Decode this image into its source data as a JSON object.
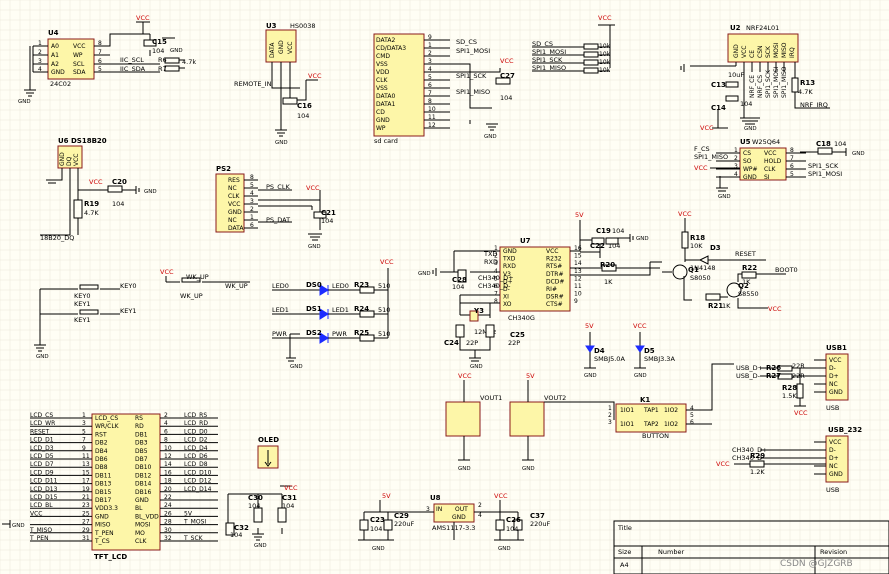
{
  "vcc": "VCC",
  "gnd": "GND",
  "eeprom": {
    "ref": "U4",
    "part": "24C02",
    "pins_left": [
      "A0",
      "A1",
      "A2",
      "GND"
    ],
    "pins_right": [
      "VCC",
      "WP",
      "SCL",
      "SDA"
    ],
    "nums_left": [
      "1",
      "2",
      "3",
      "4"
    ],
    "nums_right": [
      "8",
      "7",
      "6",
      "5"
    ],
    "cap": "C15",
    "cap_val": "104",
    "nets": [
      "IIC_SCL",
      "IIC_SDA"
    ],
    "res": [
      "R6",
      "R7"
    ],
    "res_val": "4.7k"
  },
  "ir": {
    "ref": "U3",
    "part": "HS0038",
    "pins": [
      "DATA",
      "GND",
      "VCC"
    ],
    "net": "REMOTE_IN",
    "cap": "C16",
    "cap_val": "104"
  },
  "sd": {
    "pins": [
      "DATA2",
      "CD/DATA3",
      "CMD",
      "VSS",
      "VDD",
      "CLK",
      "VSS",
      "DATA0",
      "DATA1",
      "CD",
      "GND",
      "WP"
    ],
    "nums": [
      "9",
      "1",
      "2",
      "3",
      "4",
      "5",
      "6",
      "7",
      "8",
      "10",
      "11",
      "12"
    ],
    "nets": [
      "SD_CS",
      "SPI1_MOSI",
      "SPI1_SCK",
      "SPI1_MISO"
    ],
    "label": "sd card",
    "cap": "C27",
    "cap_val": "104"
  },
  "pullups": {
    "nets": [
      "SD_CS",
      "SPI1_MOSI",
      "SPI1_SCK",
      "SPI1_MISO"
    ],
    "vals": [
      "10k",
      "10k",
      "10k",
      "10k"
    ]
  },
  "nrf": {
    "ref": "U2",
    "part": "NRF24L01",
    "pins": [
      "GND",
      "VCC",
      "CE",
      "CSN",
      "SCK",
      "MOSI",
      "MISO",
      "IRQ"
    ],
    "nets": [
      "NRF_CE",
      "NRF_CS",
      "SPI1_SCK",
      "SPI1_MOSI",
      "SPI1_MISO"
    ],
    "irq": "NRF_IRQ",
    "c13": "C13",
    "c13v": "10uF",
    "c14": "C14",
    "c14v": "104",
    "r13": "R13",
    "r13v": "4.7K"
  },
  "ds18": {
    "ref": "U6 DS18B20",
    "pins": [
      "GND",
      "DQ",
      "VCC"
    ],
    "cap": "C20",
    "cap_val": "104",
    "res": "R19",
    "res_val": "4.7K",
    "net": "18B20_DQ"
  },
  "ps2": {
    "ref": "PS2",
    "pins": [
      "RES",
      "NC",
      "CLK",
      "VCC",
      "GND",
      "NC",
      "DATA"
    ],
    "nums": [
      "8",
      "5",
      "4",
      "3",
      "2",
      "1",
      "6"
    ],
    "nets": [
      "PS_CLK",
      "PS_DAT"
    ],
    "cap": "C21",
    "cap_val": "104"
  },
  "flash": {
    "ref": "U5",
    "part": "W25Q64",
    "pins_left": [
      "CS",
      "SO",
      "WP#",
      "GND"
    ],
    "pins_right": [
      "VCC",
      "HOLD",
      "CLK",
      "SI"
    ],
    "nums_left": [
      "1",
      "2",
      "3",
      "4"
    ],
    "nums_right": [
      "8",
      "7",
      "6",
      "5"
    ],
    "nets": [
      "F_CS",
      "SPI1_MISO",
      "SPI1_SCK",
      "SPI1_MOSI"
    ],
    "cap": "C18",
    "cap_val": "104"
  },
  "ch340": {
    "ref": "U7",
    "part": "CH340G",
    "pins_left": [
      "GND",
      "TXD",
      "RXD",
      "V3",
      "D+",
      "D-",
      "XI",
      "XO"
    ],
    "pins_right": [
      "VCC",
      "R232",
      "RTS#",
      "DTR#",
      "DCD#",
      "RI#",
      "DSR#",
      "CTS#"
    ],
    "nums_left": [
      "1",
      "2",
      "3",
      "4",
      "5",
      "6",
      "7",
      "8"
    ],
    "nums_right": [
      "16",
      "15",
      "14",
      "13",
      "12",
      "11",
      "10",
      "9"
    ],
    "nets": [
      "TXD",
      "RXD",
      "CH340_D+",
      "CH340_D-"
    ],
    "c_list": [
      "C28",
      "C19",
      "C22",
      "C24",
      "C25"
    ],
    "c_vals": [
      "104",
      "104",
      "104",
      "22P",
      "22P"
    ],
    "xtal": "Y3",
    "xtal_val": "12MHz",
    "r20": "R20",
    "r20v": "1K"
  },
  "auto": {
    "r18": "R18",
    "r18v": "10K",
    "d3": "D3",
    "d3v": "1N4148",
    "q1": "Q1",
    "q1v": "S8050",
    "q2": "Q2",
    "q2v": "S8550",
    "r21": "R21",
    "r21v": "1K",
    "r22": "R22",
    "r22v": "1K",
    "reset": "RESET",
    "boot": "BOOT0"
  },
  "keys": {
    "k0": "KEY0",
    "k1": "KEY1",
    "wk": "WK_UP",
    "net0": "KEY0",
    "net1": "KEY1",
    "netwk": "WK_UP"
  },
  "leds": {
    "nets": [
      "LED0",
      "LED1",
      "PWR"
    ],
    "refs": [
      "DS0",
      "DS1",
      "DS2"
    ],
    "labels": [
      "LED0",
      "LED1",
      "PWR"
    ],
    "res": [
      "R23",
      "R24",
      "R25"
    ],
    "vals": [
      "510",
      "510",
      "510"
    ]
  },
  "tvs": {
    "d4": "D4",
    "d4v": "SMBJ5.0A",
    "d5": "D5",
    "d5v": "SMBJ3.3A",
    "v5": "5V",
    "v5b": "5V"
  },
  "vout": {
    "v1": "VOUT1",
    "v2": "VOUT2",
    "vcc": "VCC",
    "v5": "5V"
  },
  "k1": {
    "ref": "K1",
    "pins": [
      "1IO1",
      "TAP1",
      "1IO2",
      "1IO1",
      "TAP2",
      "1IO2"
    ],
    "nums": [
      "1",
      "2",
      "3",
      "4",
      "5",
      "6"
    ],
    "label": "BUTTON"
  },
  "usb": {
    "ref1": "USB1",
    "ref2": "USB_232",
    "pins": [
      "VCC",
      "D-",
      "D+",
      "NC",
      "GND"
    ],
    "label": "USB",
    "nets1": [
      "USB_D+",
      "USB_D-"
    ],
    "nets2": [
      "CH340_D+",
      "CH340_D-"
    ],
    "r": [
      "R26",
      "R27",
      "R28",
      "R29"
    ],
    "rv": [
      "22R",
      "22R",
      "1.5K",
      "1.2K"
    ]
  },
  "oled": {
    "ref": "OLED"
  },
  "tft": {
    "ref": "TFT_LCD",
    "left": [
      "LCD_CS",
      "WR/CLK",
      "RST",
      "DB2",
      "DB4",
      "DB6",
      "DB8",
      "DB11",
      "DB13",
      "DB15",
      "DB17",
      "VDD3.3",
      "GND",
      "MISO",
      "T_PEN",
      "T_CS"
    ],
    "right": [
      "RS",
      "RD",
      "DB1",
      "DB3",
      "DB5",
      "DB7",
      "DB10",
      "DB12",
      "DB14",
      "DB16",
      "GND",
      "BL",
      "BL_VDD",
      "MOSI",
      "MO",
      "CLK"
    ],
    "nums_left": [
      "1",
      "3",
      "5",
      "7",
      "9",
      "11",
      "13",
      "15",
      "17",
      "19",
      "21",
      "23",
      "25",
      "27",
      "29",
      "31"
    ],
    "nums_right": [
      "2",
      "4",
      "6",
      "8",
      "10",
      "12",
      "14",
      "16",
      "18",
      "20",
      "22",
      "24",
      "26",
      "28",
      "30",
      "32"
    ],
    "nets_left": [
      "LCD_CS",
      "LCD_WR",
      "RESET",
      "LCD_D1",
      "LCD_D3",
      "LCD_D5",
      "LCD_D7",
      "LCD_D9",
      "LCD_D11",
      "LCD_D13",
      "LCD_D15",
      "LCD_BL",
      "VCC",
      "",
      "T_MISO",
      "T_PEN"
    ],
    "nets_right": [
      "LCD_RS",
      "LCD_RD",
      "LCD_D0",
      "LCD_D2",
      "LCD_D4",
      "LCD_D6",
      "LCD_D8",
      "LCD_D10",
      "LCD_D12",
      "LCD_D14",
      "",
      "",
      "5V",
      "T_MOSI",
      "",
      "T_SCK"
    ],
    "c30": "C30",
    "c31": "C31",
    "cv": "104",
    "c32": "C32"
  },
  "ldo": {
    "ref": "U8",
    "part": "AMS1117-3.3",
    "pins": [
      "IN",
      "OUT",
      "GND"
    ],
    "nums": [
      "3",
      "2",
      "4",
      "1"
    ],
    "v5": "5V",
    "vcc": "VCC",
    "c23": "C23",
    "c23v": "104",
    "c29": "C29",
    "c29v": "220uF",
    "c26": "C26",
    "c26v": "104",
    "c37": "C37",
    "c37v": "220uF"
  },
  "titleblock": {
    "title": "Title",
    "size": "Size",
    "size_val": "A4",
    "number": "Number",
    "revision": "Revision"
  },
  "watermark": "CSDN @GJZGRB"
}
